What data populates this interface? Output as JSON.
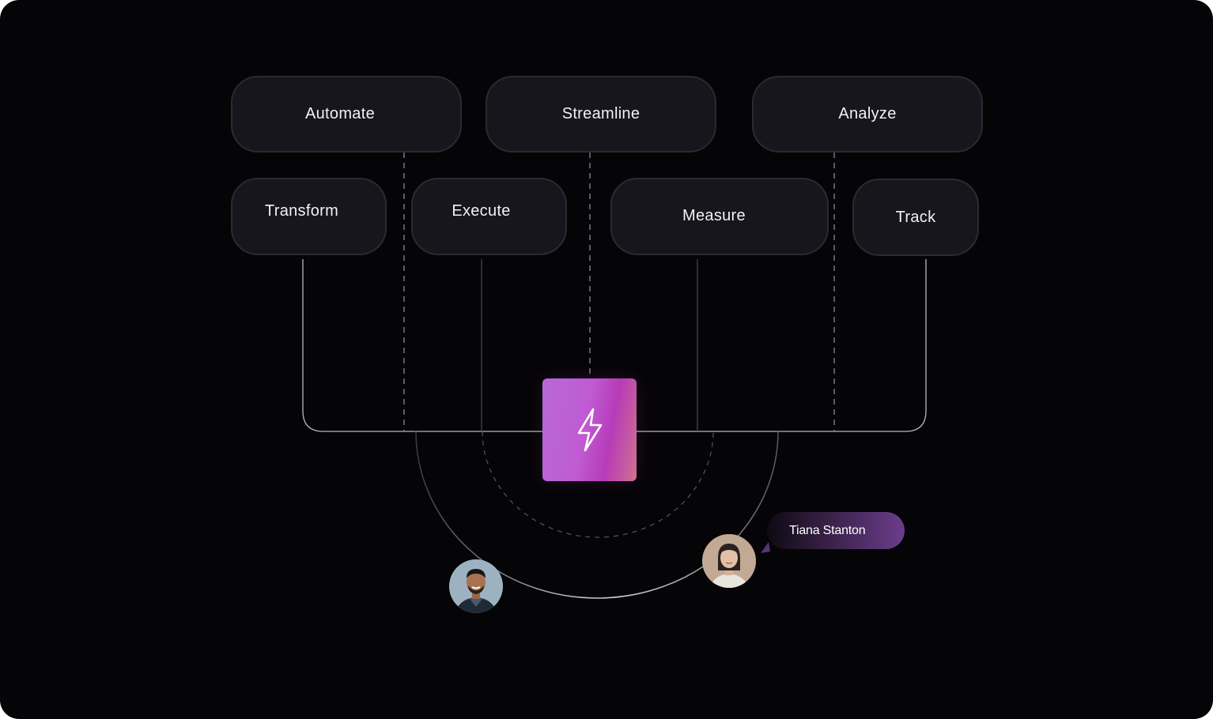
{
  "top_row": [
    {
      "label": "Automate"
    },
    {
      "label": "Streamline"
    },
    {
      "label": "Analyze"
    }
  ],
  "second_row": [
    {
      "label": "Transform"
    },
    {
      "label": "Execute"
    },
    {
      "label": "Measure"
    },
    {
      "label": "Track"
    }
  ],
  "center_node": {
    "icon": "lightning-bolt-icon"
  },
  "people": [
    {
      "icon": "user-avatar-male"
    },
    {
      "icon": "user-avatar-female",
      "name": "Tiana Stanton"
    }
  ],
  "colors": {
    "background": "#050407",
    "pill_fill": "#17161c",
    "pill_border": "#2b2a31",
    "accent_purple": "#b768d9",
    "accent_pink": "#d0728e",
    "tag_purple": "#6b3d8c"
  }
}
